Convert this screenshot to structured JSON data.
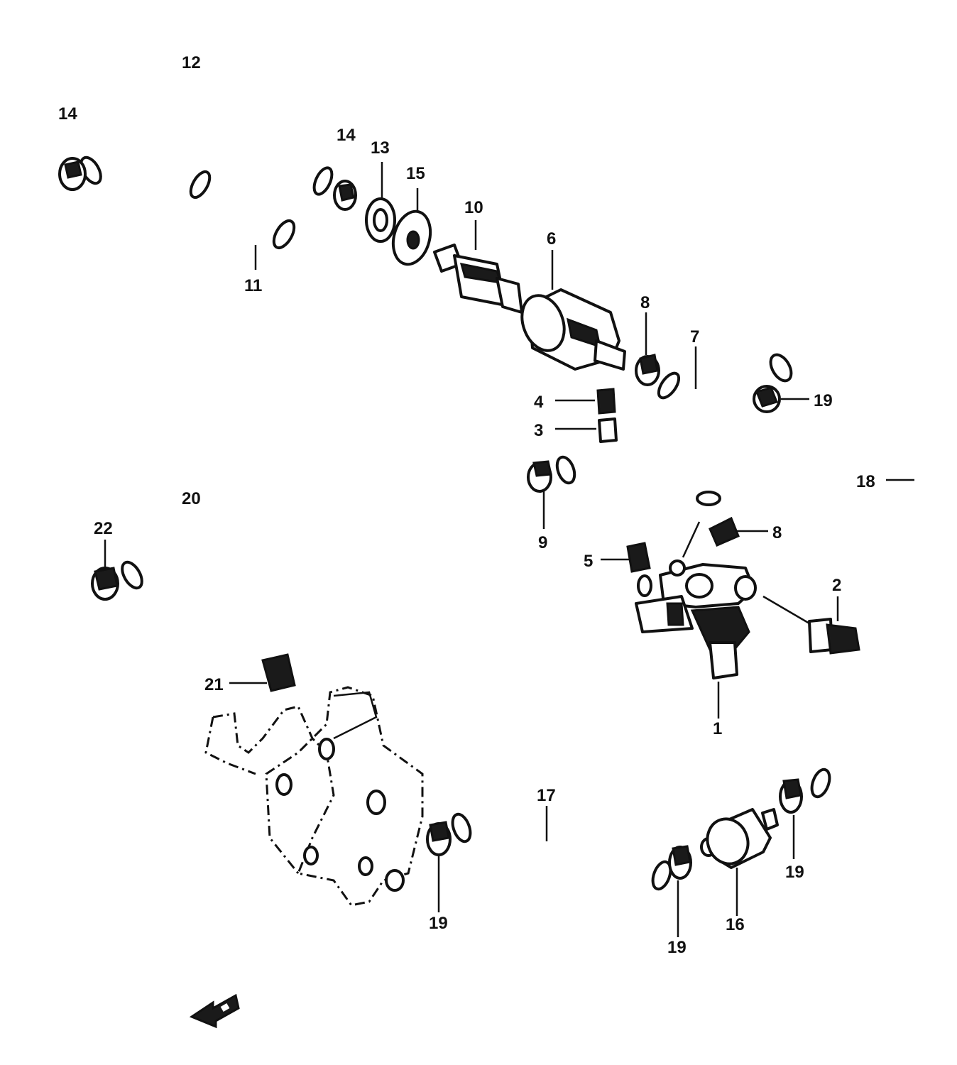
{
  "labels": {
    "p1": "1",
    "p2": "2",
    "p3": "3",
    "p4": "4",
    "p5": "5",
    "p6": "6",
    "p7": "7",
    "p8a": "8",
    "p8b": "8",
    "p9": "9",
    "p10": "10",
    "p11": "11",
    "p12": "12",
    "p13": "13",
    "p14a": "14",
    "p14b": "14",
    "p15": "15",
    "p16": "16",
    "p17": "17",
    "p18": "18",
    "p19a": "19",
    "p19b": "19",
    "p19c": "19",
    "p19d": "19",
    "p20": "20",
    "p21": "21",
    "p22": "22"
  },
  "colors": {
    "ink": "#111111",
    "paper": "#ffffff"
  },
  "icons": {
    "direction_arrow": "arrow-left-icon"
  }
}
